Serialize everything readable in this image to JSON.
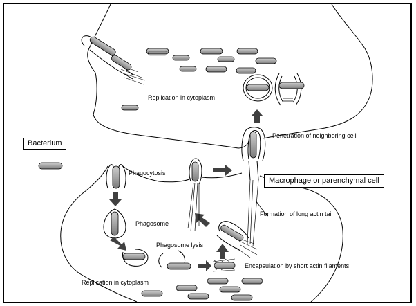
{
  "labels": {
    "bacterium": "Bacterium",
    "macrophage": "Macrophage or parenchymal cell",
    "replication_top": "Replication in cytoplasm",
    "penetration": "Penetration of neighboring cell",
    "phagocytosis": "Phagocytosis",
    "phagosome": "Phagosome",
    "formation": "Formation of long actin tail",
    "phagosome_lysis": "Phagosome lysis",
    "encapsulation": "Encapsulation by short actin filaments",
    "replication_bottom": "Replication in cytoplasm"
  },
  "colors": {
    "bacterium_fill": "#a6a6a6",
    "arrow_fill": "#404040",
    "line": "#000000"
  },
  "icons": [
    "bacterium-rod",
    "process-arrow",
    "actin-tail"
  ]
}
